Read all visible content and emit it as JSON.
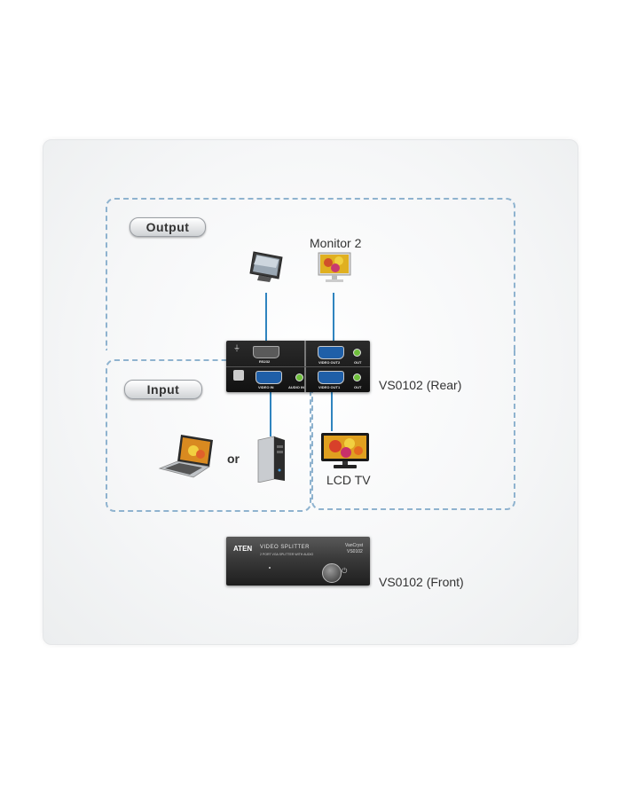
{
  "diagram": {
    "output_label": "Output",
    "input_label": "Input",
    "monitor2_label": "Monitor 2",
    "lcd_tv_label": "LCD TV",
    "or_label": "or",
    "rear_label": "VS0102 (Rear)",
    "front_label": "VS0102 (Front)",
    "rear_ports": {
      "rs232": "RS232",
      "video_out2": "VIDEO OUT2",
      "video_in": "VIDEO IN",
      "audio_in": "AUDIO IN",
      "video_out1": "VIDEO OUT1",
      "out": "OUT"
    },
    "front_panel": {
      "brand": "ATEN",
      "product": "VIDEO SPLITTER",
      "subtitle": "2 PORT VGA SPLITTER WITH AUDIO",
      "series": "VanCryst",
      "model": "VS0102"
    }
  }
}
